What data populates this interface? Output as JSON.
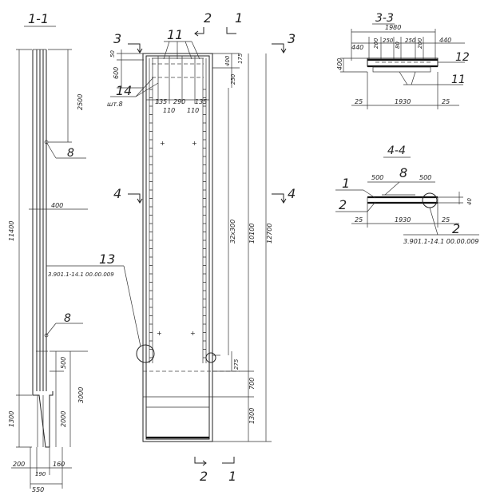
{
  "section_1_1": {
    "title": "1-1",
    "dims": {
      "d2500": "2500",
      "d11400": "11400",
      "d400": "400",
      "d500": "500",
      "d3000": "3000",
      "d2000": "2000",
      "d1300": "1300",
      "d200": "200",
      "d160": "160",
      "d190": "190",
      "d550": "550"
    },
    "callouts": {
      "c8a": "8",
      "c8b": "8"
    }
  },
  "elevation": {
    "cut_labels": {
      "c2": "2",
      "c1": "1",
      "c3l": "3",
      "c3r": "3",
      "c4l": "4",
      "c4r": "4",
      "c2b": "2",
      "c1b": "1"
    },
    "callouts": {
      "c11": "11",
      "c14": "14",
      "c14sub": "шт.8",
      "c13": "13",
      "ref": "3.901.1-14.1 00.00.009"
    },
    "dims": {
      "d50": "50",
      "d600": "600",
      "d400": "400",
      "d175": "175",
      "d250": "250",
      "d135a": "135",
      "d290": "290",
      "d135b": "135",
      "d110a": "110",
      "d110b": "110",
      "d32x300": "32x300",
      "d10100": "10100",
      "d12700": "12700",
      "d275": "275",
      "d700": "700",
      "d1300": "1300"
    }
  },
  "section_3_3": {
    "title": "3-3",
    "dims": {
      "d1980": "1980",
      "d440a": "440",
      "d200a": "200",
      "d250a": "250",
      "d80": "80",
      "d250b": "250",
      "d200b": "200",
      "d440b": "440",
      "d400": "400",
      "d25a": "25",
      "d1930": "1930",
      "d25b": "25"
    },
    "callouts": {
      "c12": "12",
      "c11": "11"
    }
  },
  "section_4_4": {
    "title": "4-4",
    "dims": {
      "d500a": "500",
      "d500b": "500",
      "d40": "40",
      "d25a": "25",
      "d1930": "1930",
      "d25b": "25"
    },
    "callouts": {
      "c1": "1",
      "c8": "8",
      "c2a": "2",
      "c2b": "2",
      "ref": "3.901.1-14.1 00.00.009"
    }
  }
}
